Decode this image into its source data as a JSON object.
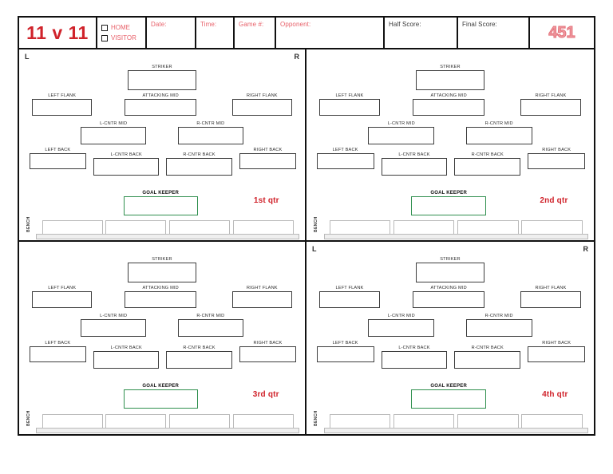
{
  "sheet": {
    "title": "11 v 11",
    "logo": "451"
  },
  "header": {
    "side_options": [
      {
        "label": "HOME",
        "checked": false
      },
      {
        "label": "VISITOR",
        "checked": false
      }
    ],
    "fields": [
      {
        "name": "date",
        "label": "Date:",
        "value": ""
      },
      {
        "name": "time",
        "label": "Time:",
        "value": ""
      },
      {
        "name": "game",
        "label": "Game #:",
        "value": ""
      },
      {
        "name": "opponent",
        "label": "Opponent:",
        "value": ""
      },
      {
        "name": "half",
        "label": "Half Score:",
        "value": ""
      },
      {
        "name": "final",
        "label": "Final Score:",
        "value": ""
      }
    ]
  },
  "field_markers": {
    "left": "L",
    "right": "R"
  },
  "bench": {
    "label": "BENCH",
    "seat_count": 4
  },
  "positions": [
    {
      "key": "striker",
      "label": "STRIKER"
    },
    {
      "key": "left-flank",
      "label": "LEFT FLANK"
    },
    {
      "key": "attacking-mid",
      "label": "ATTACKING MID"
    },
    {
      "key": "right-flank",
      "label": "RIGHT FLANK"
    },
    {
      "key": "l-cntr-mid",
      "label": "L-CNTR MID"
    },
    {
      "key": "r-cntr-mid",
      "label": "R-CNTR MID"
    },
    {
      "key": "left-back",
      "label": "LEFT BACK"
    },
    {
      "key": "l-cntr-back",
      "label": "L-CNTR BACK"
    },
    {
      "key": "r-cntr-back",
      "label": "R-CNTR BACK"
    },
    {
      "key": "right-back",
      "label": "RIGHT BACK"
    },
    {
      "key": "goal-keeper",
      "label": "GOAL KEEPER"
    }
  ],
  "quarters": [
    {
      "id": "q1",
      "label": "1st qtr",
      "show_lr": true,
      "values": {
        "striker": "",
        "left-flank": "",
        "attacking-mid": "",
        "right-flank": "",
        "l-cntr-mid": "",
        "r-cntr-mid": "",
        "left-back": "",
        "l-cntr-back": "",
        "r-cntr-back": "",
        "right-back": "",
        "goal-keeper": ""
      },
      "bench_values": [
        "",
        "",
        "",
        ""
      ]
    },
    {
      "id": "q2",
      "label": "2nd qtr",
      "show_lr": false,
      "values": {
        "striker": "",
        "left-flank": "",
        "attacking-mid": "",
        "right-flank": "",
        "l-cntr-mid": "",
        "r-cntr-mid": "",
        "left-back": "",
        "l-cntr-back": "",
        "r-cntr-back": "",
        "right-back": "",
        "goal-keeper": ""
      },
      "bench_values": [
        "",
        "",
        "",
        ""
      ]
    },
    {
      "id": "q3",
      "label": "3rd qtr",
      "show_lr": false,
      "values": {
        "striker": "",
        "left-flank": "",
        "attacking-mid": "",
        "right-flank": "",
        "l-cntr-mid": "",
        "r-cntr-mid": "",
        "left-back": "",
        "l-cntr-back": "",
        "r-cntr-back": "",
        "right-back": "",
        "goal-keeper": ""
      },
      "bench_values": [
        "",
        "",
        "",
        ""
      ]
    },
    {
      "id": "q4",
      "label": "4th qtr",
      "show_lr": true,
      "values": {
        "striker": "",
        "left-flank": "",
        "attacking-mid": "",
        "right-flank": "",
        "l-cntr-mid": "",
        "r-cntr-mid": "",
        "left-back": "",
        "l-cntr-back": "",
        "r-cntr-back": "",
        "right-back": "",
        "goal-keeper": ""
      },
      "bench_values": [
        "",
        "",
        "",
        ""
      ]
    }
  ],
  "colors": {
    "brand_red": "#d0232b",
    "field_pink": "#e8616a",
    "keeper_green": "#2f8f4e",
    "ink": "#111111"
  }
}
